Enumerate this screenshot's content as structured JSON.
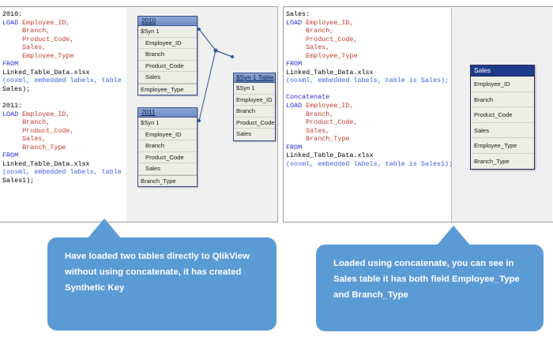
{
  "left_panel": {
    "script_lines": [
      [
        {
          "t": "2010:",
          "c": "blk"
        }
      ],
      [
        {
          "t": "LOAD ",
          "c": "kw"
        },
        {
          "t": "Employee_ID,",
          "c": "fld"
        }
      ],
      [
        {
          "t": "     Branch,",
          "c": "fld"
        }
      ],
      [
        {
          "t": "     Product_Code,",
          "c": "fld"
        }
      ],
      [
        {
          "t": "     Sales,",
          "c": "fld"
        }
      ],
      [
        {
          "t": "     Employee_Type",
          "c": "fld"
        }
      ],
      [
        {
          "t": "FROM",
          "c": "kw"
        }
      ],
      [
        {
          "t": "Linked_Table_Data.xlsx",
          "c": "blk"
        }
      ],
      [
        {
          "t": "(ooxml, embedded labels, table is",
          "c": "cmt"
        }
      ],
      [
        {
          "t": "Sales);",
          "c": "blk"
        }
      ],
      [
        {
          "t": " ",
          "c": "blk"
        }
      ],
      [
        {
          "t": "2011:",
          "c": "blk"
        }
      ],
      [
        {
          "t": "LOAD ",
          "c": "kw"
        },
        {
          "t": "Employee_ID,",
          "c": "fld"
        }
      ],
      [
        {
          "t": "     Branch,",
          "c": "fld"
        }
      ],
      [
        {
          "t": "     Product_Code,",
          "c": "fld"
        }
      ],
      [
        {
          "t": "     Sales,",
          "c": "fld"
        }
      ],
      [
        {
          "t": "     Branch_Type",
          "c": "fld"
        }
      ],
      [
        {
          "t": "FROM",
          "c": "kw"
        }
      ],
      [
        {
          "t": "Linked_Table_Data.xlsx",
          "c": "blk"
        }
      ],
      [
        {
          "t": "(ooxml, embedded labels, table is",
          "c": "cmt"
        }
      ],
      [
        {
          "t": "Sales1);",
          "c": "blk"
        }
      ]
    ],
    "diagram": {
      "tables": [
        {
          "title": "2010",
          "rows": [
            {
              "label": "$Syn 1",
              "indent": false
            },
            {
              "label": "Employee_ID",
              "indent": true
            },
            {
              "label": "Branch",
              "indent": true
            },
            {
              "label": "Product_Code",
              "indent": true
            },
            {
              "label": "Sales",
              "indent": true
            },
            {
              "label": "Employee_Type",
              "indent": false
            }
          ]
        },
        {
          "title": "2011",
          "rows": [
            {
              "label": "$Syn 1",
              "indent": false
            },
            {
              "label": "Employee_ID",
              "indent": true
            },
            {
              "label": "Branch",
              "indent": true
            },
            {
              "label": "Product_Code",
              "indent": true
            },
            {
              "label": "Sales",
              "indent": true
            },
            {
              "label": "Branch_Type",
              "indent": false
            }
          ]
        },
        {
          "title": "$Syn 1 Table",
          "rows": [
            {
              "label": "$Syn 1",
              "indent": false
            },
            {
              "label": "Employee_ID",
              "indent": false
            },
            {
              "label": "Branch",
              "indent": false
            },
            {
              "label": "Product_Code",
              "indent": false
            },
            {
              "label": "Sales",
              "indent": false
            }
          ]
        }
      ]
    }
  },
  "right_panel": {
    "script_lines": [
      [
        {
          "t": "Sales:",
          "c": "blk"
        }
      ],
      [
        {
          "t": "LOAD ",
          "c": "kw"
        },
        {
          "t": "Employee_ID,",
          "c": "fld"
        }
      ],
      [
        {
          "t": "     Branch,",
          "c": "fld"
        }
      ],
      [
        {
          "t": "     Product_Code,",
          "c": "fld"
        }
      ],
      [
        {
          "t": "     Sales,",
          "c": "fld"
        }
      ],
      [
        {
          "t": "     Employee_Type",
          "c": "fld"
        }
      ],
      [
        {
          "t": "FROM",
          "c": "kw"
        }
      ],
      [
        {
          "t": "Linked_Table_Data.xlsx",
          "c": "blk"
        }
      ],
      [
        {
          "t": "(ooxml, embedded labels, table is Sales);",
          "c": "cmt"
        }
      ],
      [
        {
          "t": " ",
          "c": "blk"
        }
      ],
      [
        {
          "t": "Concatenate",
          "c": "kw"
        }
      ],
      [
        {
          "t": "LOAD ",
          "c": "kw"
        },
        {
          "t": "Employee_ID,",
          "c": "fld"
        }
      ],
      [
        {
          "t": "     Branch,",
          "c": "fld"
        }
      ],
      [
        {
          "t": "     Product_Code,",
          "c": "fld"
        }
      ],
      [
        {
          "t": "     Sales,",
          "c": "fld"
        }
      ],
      [
        {
          "t": "     Branch_Type",
          "c": "fld"
        }
      ],
      [
        {
          "t": "FROM",
          "c": "kw"
        }
      ],
      [
        {
          "t": "Linked_Table_Data.xlsx",
          "c": "blk"
        }
      ],
      [
        {
          "t": "(ooxml, embedded labels, table is Sales1);",
          "c": "cmt"
        }
      ]
    ],
    "diagram": {
      "table": {
        "title": "Sales",
        "rows": [
          {
            "label": "Employee_ID"
          },
          {
            "label": "Branch"
          },
          {
            "label": "Product_Code"
          },
          {
            "label": "Sales"
          },
          {
            "label": "Employee_Type"
          },
          {
            "label": "Branch_Type"
          }
        ]
      }
    }
  },
  "callouts": {
    "left": "Have loaded two tables directly to QlikView without using concatenate, it has created Synthetic Key",
    "right": "Loaded using concatenate, you can see in Sales table it has both field Employee_Type and Branch_Type"
  },
  "colors": {
    "callout_fill": "#5b9bd5",
    "keyword": "#2727d6",
    "field": "#c0392b",
    "comment": "#3b5fe0",
    "syn_header": "#6f8dc6",
    "sales_header": "#1f3c8c",
    "diagram_bg": "#f0f0f0"
  }
}
